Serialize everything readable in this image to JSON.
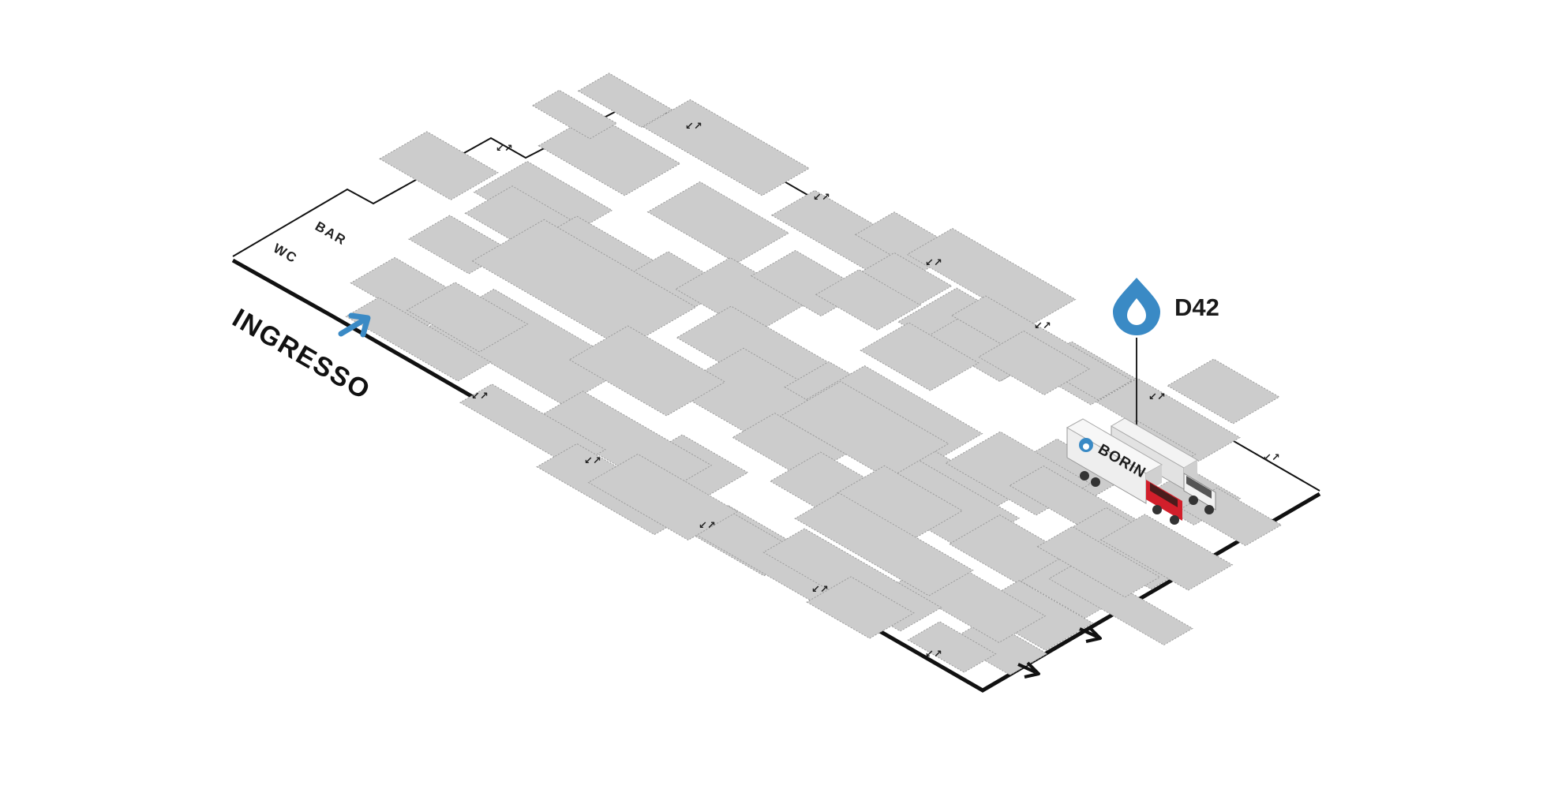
{
  "labels": {
    "bar": "BAR",
    "wc": "WC",
    "entrance": "INGRESSO",
    "stand": "D42",
    "truck_brand": "BORIN"
  },
  "door_glyph": "↙↗",
  "exit_glyph": "➔",
  "colors": {
    "accent": "#3a8ac5",
    "booth_fill": "#cccccc",
    "wall": "#111111",
    "truck_red": "#d21f2b",
    "truck_white": "#eeeeee"
  },
  "icons": {
    "stand_marker": "drop-logo-icon",
    "entrance_arrow": "arrow-up-right-icon",
    "exit_arrow": "arrow-right-icon"
  }
}
